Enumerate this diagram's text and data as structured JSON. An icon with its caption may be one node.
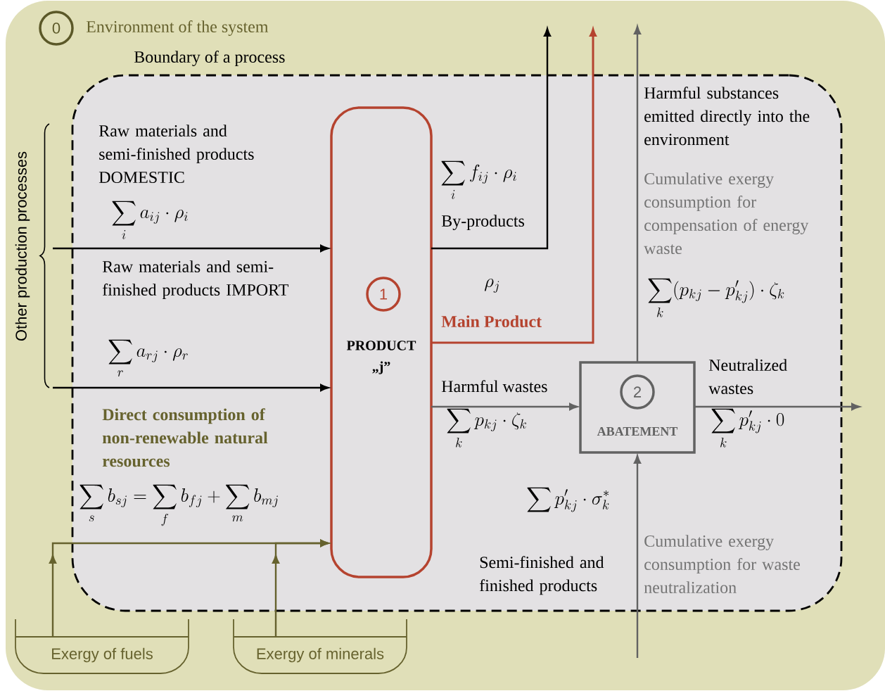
{
  "diagram": {
    "nodes": [
      {
        "text": [
          "0",
          "Environment of the system"
        ]
      },
      {
        "text": [
          "Boundary of a process"
        ],
        "in": 0
      },
      {
        "text": [
          "1",
          "PRODUCT „j”"
        ],
        "in": 1
      },
      {
        "text": [
          "2",
          "ABATEMENT"
        ],
        "in": 1
      },
      {
        "text": [
          "Exergy of fuels"
        ],
        "in": 0
      },
      {
        "text": [
          "Exergy of minerals"
        ],
        "in": 0
      },
      {
        "text": [
          "Other production processes"
        ],
        "in": 0
      }
    ],
    "edges": [
      {
        "from": 6,
        "to": 2,
        "arrow": "to",
        "color": "#000000"
      },
      {
        "from": 6,
        "to": 2,
        "arrow": "to",
        "color": "#000000"
      },
      {
        "from": 4,
        "to": 2,
        "arrow": "to",
        "color": "#66622e"
      },
      {
        "from": 5,
        "to": 2,
        "arrow": "to",
        "color": "#66622e"
      },
      {
        "from": 2,
        "to": null,
        "arrow": "to",
        "color": "#000000"
      },
      {
        "from": 2,
        "to": null,
        "arrow": "to",
        "color": "#b5432f"
      },
      {
        "from": 2,
        "to": 3,
        "arrow": "to"
      },
      {
        "from": 3,
        "to": null,
        "arrow": "to"
      },
      {
        "from": 3,
        "to": null,
        "arrow": "to"
      },
      {
        "from": null,
        "to": 3,
        "arrow": "to"
      }
    ],
    "labels": [
      "Raw materials and semi-finished products DOMESTIC",
      "\\sum_{i} a_{ij}\\cdot\\rho_{i}",
      "Raw materials and semi-finished products IMPORT",
      "\\sum_{r} a_{rj}\\cdot\\rho_{r}",
      "Direct consumption of non-renewable natural resources",
      "\\sum_{s} b_{sj}=\\sum_{f} b_{fj}+\\sum_{m} b_{mj}",
      "\\sum_{i} f_{ij}\\cdot\\rho_{i}",
      "By-products",
      "\\rho_{j}",
      "Main Product",
      "Harmful wastes",
      "\\sum_{k} p_{kj}\\cdot\\zeta_{k}",
      "Harmful substances emitted directly into the environment",
      "Cumulative exergy consumption for compensation of energy waste",
      "\\sum_{k}(p_{kj}-p'_{kj})\\cdot\\zeta_{k}",
      "Neutralized wastes",
      "\\sum_{k} p'_{kj}\\cdot 0",
      "\\sum p'_{kj}\\cdot\\sigma^{*}_{k}",
      "Semi-finished and finished products",
      "Cumulative exergy consumption for waste neutralization"
    ]
  }
}
